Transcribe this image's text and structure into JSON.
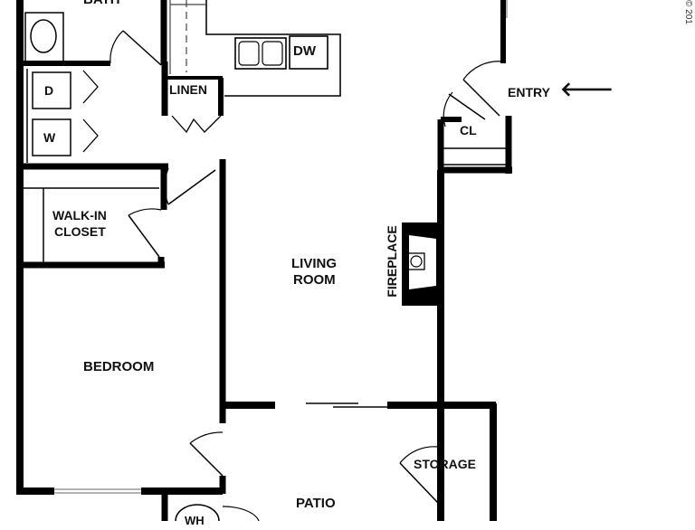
{
  "rooms": {
    "bath": "BATH",
    "linen": "LINEN",
    "dw": "DW",
    "dryer": "D",
    "washer": "W",
    "entry": "ENTRY",
    "closet": "CL",
    "walk_in_closet_line1": "WALK-IN",
    "walk_in_closet_line2": "CLOSET",
    "living_room_line1": "LIVING",
    "living_room_line2": "ROOM",
    "fireplace": "FIREPLACE",
    "bedroom": "BEDROOM",
    "storage": "STORAGE",
    "patio": "PATIO",
    "water_heater": "WH"
  },
  "icons": {
    "entry_arrow": "arrow-left-icon"
  },
  "copyright": "© 201",
  "colors": {
    "wall": "#000000",
    "thin_line": "#444444",
    "window": "#9a9a9a"
  }
}
